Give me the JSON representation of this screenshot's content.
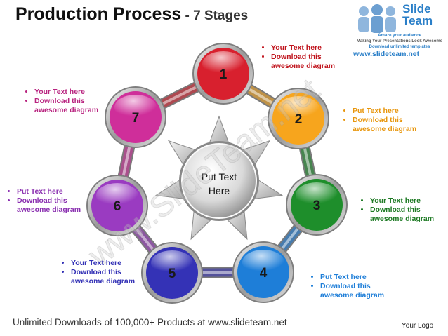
{
  "title": {
    "main": "Production Process",
    "separator": " - ",
    "sub": "7 Stages"
  },
  "logo": {
    "line1": "Slide",
    "line2": "Team",
    "tagline1": "Amaze your audience",
    "tagline2": "Making Your Presentations Look Awesome",
    "tagline3": "Download unlimited templates",
    "url": "www.slideteam.net",
    "icon": "people-icon"
  },
  "center": {
    "line1": "Put Text",
    "line2": "Here"
  },
  "stages": [
    {
      "number": "1",
      "color": "#d8202e"
    },
    {
      "number": "2",
      "color": "#f7a51d"
    },
    {
      "number": "3",
      "color": "#1e8e2b"
    },
    {
      "number": "4",
      "color": "#1e7ed8"
    },
    {
      "number": "5",
      "color": "#3432b6"
    },
    {
      "number": "6",
      "color": "#9a3bc1"
    },
    {
      "number": "7",
      "color": "#cf2e9a"
    }
  ],
  "callouts": [
    {
      "stage": "1",
      "color": "#c0141d",
      "items": [
        "Your Text here",
        "Download this",
        "awesome diagram"
      ]
    },
    {
      "stage": "2",
      "color": "#e8960c",
      "items": [
        "Put Text here",
        "Download this",
        "awesome diagram"
      ]
    },
    {
      "stage": "3",
      "color": "#1e7a24",
      "items": [
        "Your Text here",
        "Download this",
        "awesome diagram"
      ]
    },
    {
      "stage": "4",
      "color": "#1e7ed8",
      "items": [
        "Put Text here",
        "Download this",
        "awesome diagram"
      ]
    },
    {
      "stage": "5",
      "color": "#3432b6",
      "items": [
        "Your Text here",
        "Download this",
        "awesome diagram"
      ]
    },
    {
      "stage": "6",
      "color": "#8a2fb0",
      "items": [
        "Put Text here",
        "Download this",
        "awesome diagram"
      ]
    },
    {
      "stage": "7",
      "color": "#b8237f",
      "items": [
        "Your Text here",
        "Download this",
        "awesome diagram"
      ]
    }
  ],
  "watermark": "www.SlideTeam.net",
  "footer": {
    "text": "Unlimited Downloads of 100,000+ Products at www.slideteam.net",
    "logo_text": "Your Logo"
  }
}
